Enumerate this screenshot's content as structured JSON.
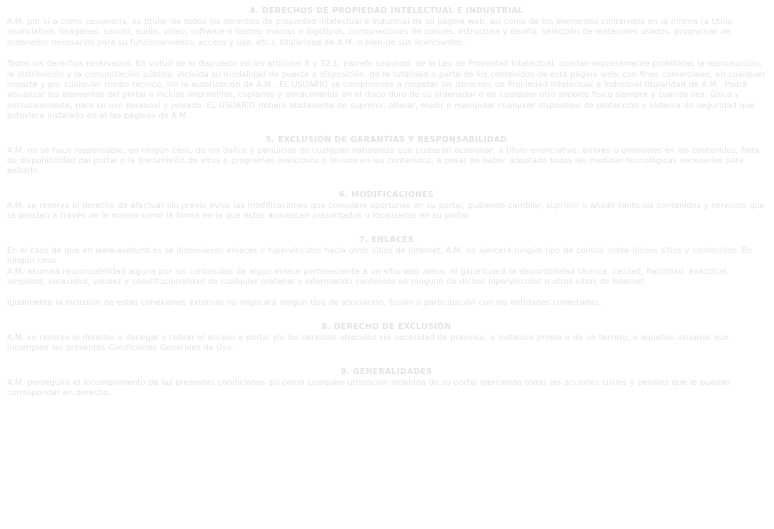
{
  "sections": {
    "intellectual_property": {
      "heading": "4. DERECHOS DE PROPIEDAD INTELECTUAL E INDUSTRIAL",
      "p1": "A.M. por sí o como cesionaria, es titular de todos los derechos de propiedad intelectual e industrial de su página web, así como de los elementos contenidos en la misma (a título enunciativo, imágenes, sonido, audio, vídeo, software o textos; marcas o logotipos, combinaciones de colores, estructura y diseño, selección de materiales usados, programas de ordenador necesarios para su funcionamiento, acceso y uso, etc.), titularidad de A.M. o bien de sus licenciantes.",
      "p2": "Todos los derechos reservados. En virtud de lo dispuesto en los artículos 8 y 32.1, párrafo segundo, de la Ley de Propiedad Intelectual, quedan expresamente prohibidas la reproducción, la distribución y la comunicación pública, incluida su modalidad de puesta a disposición, de la totalidad o parte de los contenidos de esta página web, con fines comerciales, en cualquier soporte y por cualquier medio técnico, sin la autorización de A.M.. EL USUARIO se compromete a respetar los derechos de Propiedad Intelectual e Industrial titularidad de A.M.. Podrá visualizar los elementos del portal e incluso imprimirlos, copiarlos y almacenarlos en el disco duro de su ordenador o en cualquier otro soporte físico siempre y cuando sea, única y exclusivamente, para su uso personal y privado. EL USUARIO deberá abstenerse de suprimir, alterar, eludir o manipular cualquier dispositivo de protección o sistema de seguridad que estuviera instalado en el las páginas de A.M.."
    },
    "exclusion": {
      "heading": "5. EXCLUSIÓN DE GARANTÍAS Y RESPONSABILIDAD",
      "p1": "A.M. no se hace responsable, en ningún caso, de los daños y perjuicios de cualquier naturaleza que pudieran ocasionar, a título enunciativo: errores u omisiones en los contenidos, falta de disponibilidad del portal o la transmisión de virus o programas maliciosos o lesivos en los contenidos, a pesar de haber adoptado todas las medidas tecnológicas necesarias para evitarlo."
    },
    "modifications": {
      "heading": "6. MODIFICACIONES",
      "p1": "A.M. se reserva el derecho de efectuar sin previo aviso las modificaciones que considere oportunas en su portal, pudiendo cambiar, suprimir o añadir tanto los contenidos y servicios que se presten a través de la misma como la forma en la que éstos aparezcan presentados o localizados en su portal."
    },
    "links": {
      "heading": "7. ENLACES",
      "p1": "En el caso de que en www.asetumt.es se dispusiesen enlaces o hipervínculos hacía otros sitios de Internet, A.M. no ejercerá ningún tipo de control sobre dichos sitios y contenidos. En ningún caso",
      "p2": "A.M. asumirá responsabilidad alguna por los contenidos de algún enlace perteneciente a un sitio web ajeno, ni garantizará la disponibilidad técnica, calidad, fiabilidad, exactitud, amplitud, veracidad, validez y constitucionalidad de cualquier material o información contenida en ninguno de dichos hipervínculos u otros sitios de Internet.",
      "p3": "Igualmente la inclusión de estas conexiones externas no implicará ningún tipo de asociación, fusión o participación con las entidades conectadas."
    },
    "right_of_exclusion": {
      "heading": "8. DERECHO DE EXCLUSIÓN",
      "p1": "A.M. se reserva el derecho a denegar o retirar el acceso a portal y/o los servicios ofrecidos sin necesidad de preaviso, a instancia propia o de un tercero, a aquellos usuarios que incumplan las presentes Condiciones Generales de Uso."
    },
    "generalities": {
      "heading": "9. GENERALIDADES",
      "p1": "A.M. perseguirá el incumplimiento de las presentes condiciones así como cualquier utilización indebida de su portal ejerciendo todas las acciones civiles y penales que le puedan corresponder en derecho."
    }
  },
  "colors": {
    "text": "#e4e4e4",
    "background": "#ffffff"
  }
}
